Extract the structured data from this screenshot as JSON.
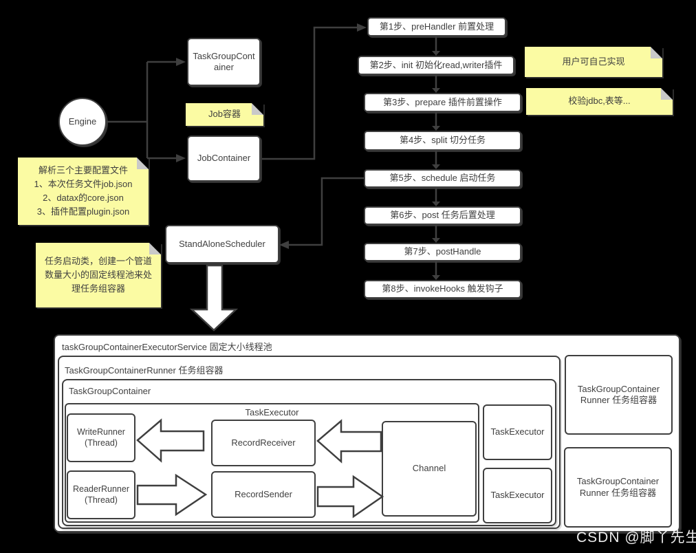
{
  "diagram": {
    "engine_label": "Engine",
    "task_group_container_label": "TaskGroupContainer",
    "job_container_label": "JobContainer",
    "standalone_scheduler_label": "StandAloneScheduler",
    "notes": {
      "job": "Job容器",
      "parse": "解析三个主要配置文件\n1、本次任务文件job.json\n2、datax的core.json\n3、插件配置plugin.json",
      "scheduler": "任务启动类，创建一个管道数量大小的固定线程池来处理任务组容器",
      "user_impl": "用户可自己实现",
      "jdbc": "校验jdbc,表等..."
    },
    "steps": [
      {
        "label": "第1步、preHandler 前置处理"
      },
      {
        "label": "第2步、init 初始化read,writer插件"
      },
      {
        "label": "第3步、prepare 插件前置操作"
      },
      {
        "label": "第4步、split 切分任务"
      },
      {
        "label": "第5步、schedule 启动任务"
      },
      {
        "label": "第6步、post 任务后置处理"
      },
      {
        "label": "第7步、postHandle"
      },
      {
        "label": "第8步、invokeHooks 触发钩子"
      }
    ],
    "pool": {
      "executor_service_title": "taskGroupContainerExecutorService 固定大小线程池",
      "runner_title": "TaskGroupContainerRunner 任务组容器",
      "container_title": "TaskGroupContainer",
      "task_executor_title": "TaskExecutor",
      "write_runner": "WriteRunner (Thread)",
      "reader_runner": "ReaderRunner(Thread)",
      "record_receiver": "RecordReceiver",
      "record_sender": "RecordSender",
      "channel": "Channel",
      "task_executor_1": "TaskExecutor",
      "task_executor_2": "TaskExecutor",
      "runner_box_1": "TaskGroupContainer Runner 任务组容器",
      "runner_box_2": "TaskGroupContainer Runner 任务组容器"
    },
    "watermark": "CSDN @脚丫先生",
    "colors": {
      "background": "#000000",
      "node_fill": "#ffffff",
      "node_border": "#3f3f3f",
      "note_fill": "#fbfba3",
      "note_fold": "#c9c9c9",
      "text": "#3f3f3f"
    }
  }
}
